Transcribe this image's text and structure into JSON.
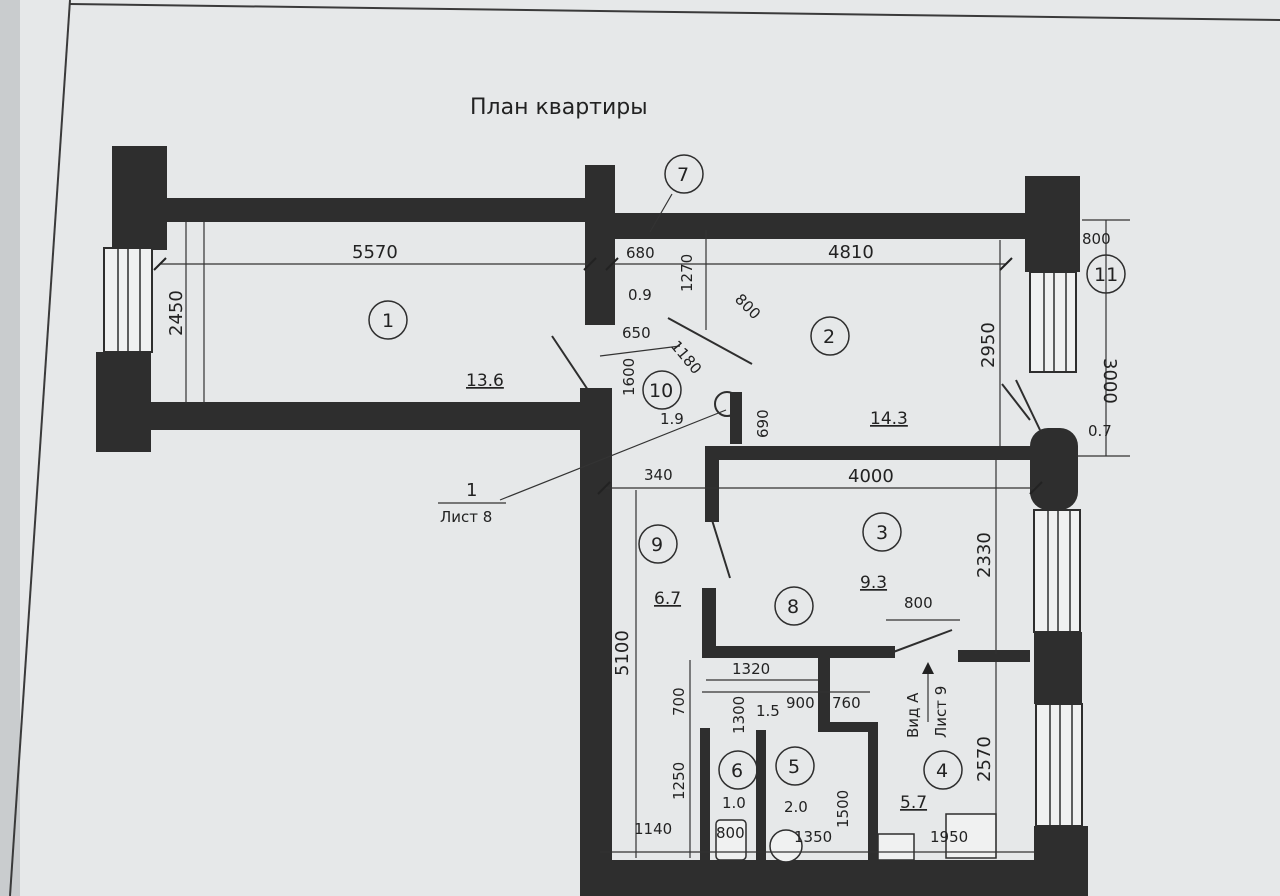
{
  "plan": {
    "title": "План квартиры",
    "section_ref": {
      "number": "1",
      "sheet": "Лист 8"
    },
    "view_ref": {
      "label": "Вид А",
      "sheet": "Лист 9"
    },
    "rooms": [
      {
        "id": "1",
        "area": "13.6"
      },
      {
        "id": "2",
        "area": "14.3"
      },
      {
        "id": "3",
        "area": "9.3"
      },
      {
        "id": "4",
        "area": "5.7"
      },
      {
        "id": "5",
        "area": "2.0"
      },
      {
        "id": "6",
        "area": "1.0"
      },
      {
        "id": "7",
        "area": "0.9"
      },
      {
        "id": "8",
        "area": "1.5"
      },
      {
        "id": "9",
        "area": "6.7"
      },
      {
        "id": "10",
        "area": "1.9"
      },
      {
        "id": "11",
        "area": "0.7"
      }
    ],
    "dimensions": {
      "d5570": "5570",
      "d2450": "2450",
      "d680": "680",
      "d1270": "1270",
      "d4810": "4810",
      "d800a": "800",
      "d800b": "800",
      "d3000": "3000",
      "d2950": "2950",
      "d650": "650",
      "d1600": "1600",
      "d1180": "1180",
      "d690": "690",
      "d340": "340",
      "d4000": "4000",
      "d2330": "2330",
      "d800c": "800",
      "d5100": "5100",
      "d1320": "1320",
      "d900": "900",
      "d760": "760",
      "d700": "700",
      "d1300": "1300",
      "d2570": "2570",
      "d1250": "1250",
      "d1500": "1500",
      "d1140": "1140",
      "d800d": "800",
      "d1350": "1350",
      "d1950": "1950"
    }
  }
}
